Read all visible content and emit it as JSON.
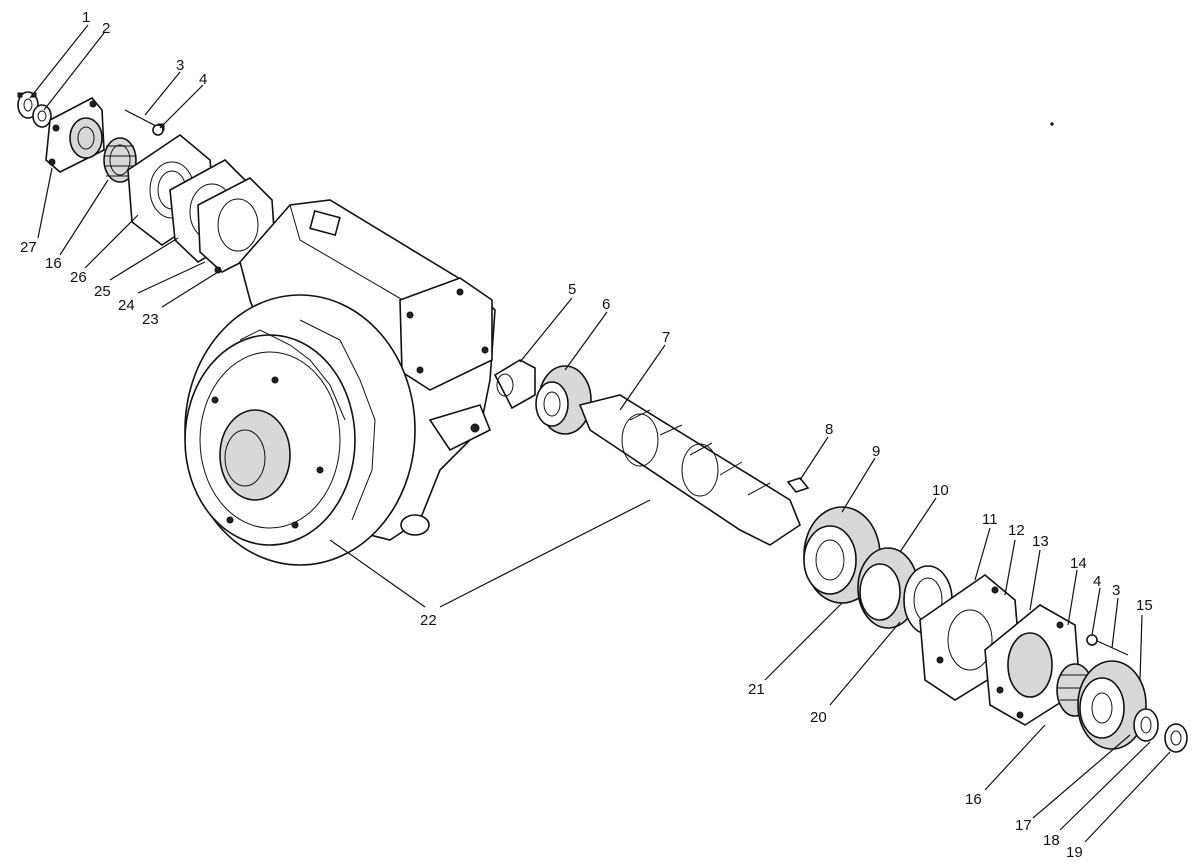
{
  "labels": [
    {
      "text": "1"
    },
    {
      "text": "2"
    },
    {
      "text": "3"
    },
    {
      "text": "4"
    },
    {
      "text": "27"
    },
    {
      "text": "16"
    },
    {
      "text": "26"
    },
    {
      "text": "25"
    },
    {
      "text": "24"
    },
    {
      "text": "23"
    },
    {
      "text": "5"
    },
    {
      "text": "6"
    },
    {
      "text": "7"
    },
    {
      "text": "8"
    },
    {
      "text": "9"
    },
    {
      "text": "10"
    },
    {
      "text": "22"
    },
    {
      "text": "11"
    },
    {
      "text": "12"
    },
    {
      "text": "13"
    },
    {
      "text": "14"
    },
    {
      "text": "4"
    },
    {
      "text": "3"
    },
    {
      "text": "15"
    },
    {
      "text": "21"
    },
    {
      "text": "20"
    },
    {
      "text": "16"
    },
    {
      "text": "17"
    },
    {
      "text": "18"
    },
    {
      "text": "19"
    }
  ]
}
